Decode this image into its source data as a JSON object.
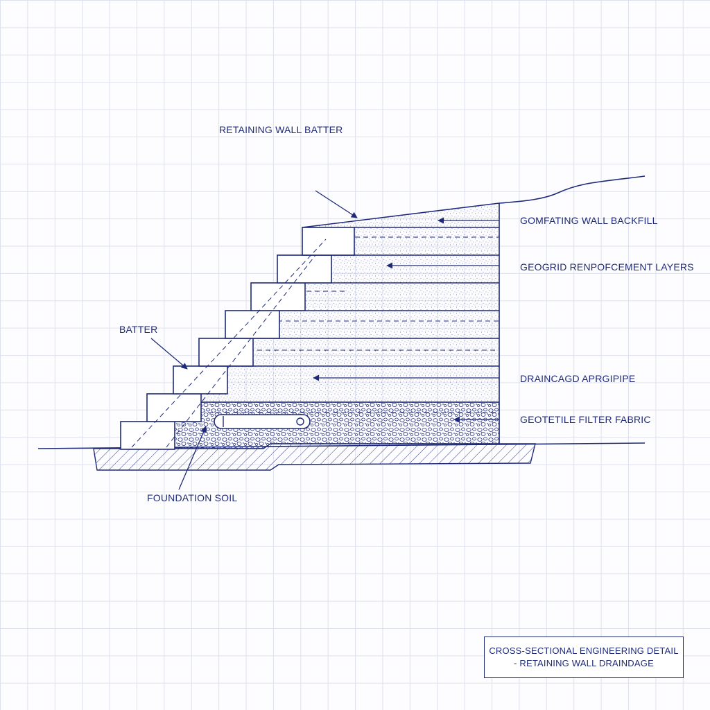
{
  "labels": {
    "top": "RETAINING WALL BATTER",
    "backfill": "GOMFATING WALL BACKFILL",
    "geogrid": "GEOGRID RENPOFCEMENT LAYERS",
    "batter": "BATTER",
    "drainage": "DRAINCAGD APRGIPIPE",
    "geotextile": "GEOTETILE FILTER FABRIC",
    "foundation": "FOUNDATION SOIL"
  },
  "title_block": {
    "line1": "CROSS-SECTIONAL ENGINEERING DETAIL",
    "line2": "- RETAINING WALL DRAINDAGE"
  },
  "colors": {
    "ink": "#1e2a78",
    "grid": "#dde1ec",
    "paper": "#fdfdff"
  }
}
